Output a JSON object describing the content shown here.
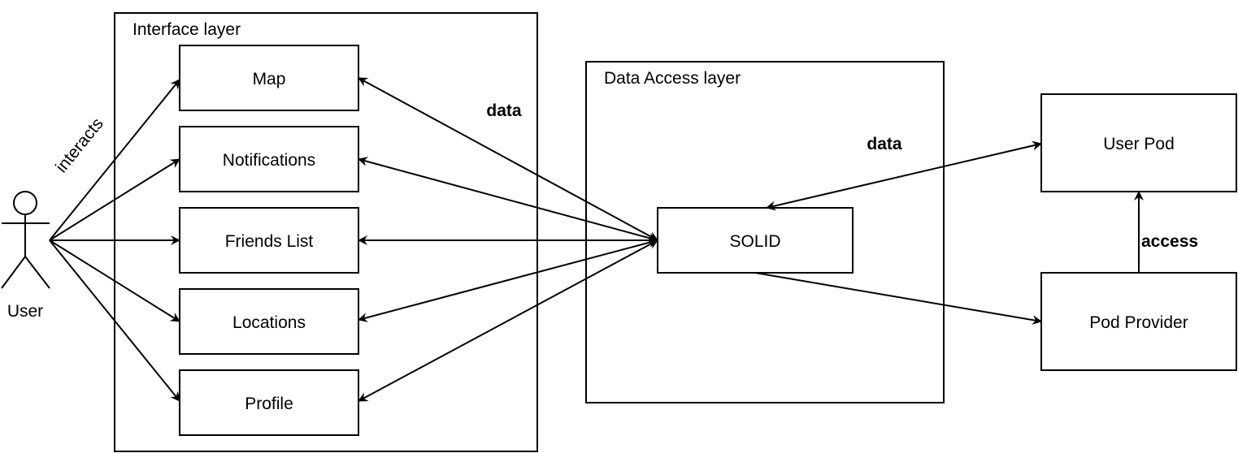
{
  "diagram": {
    "actor": {
      "label": "User"
    },
    "interacts_label": "interacts",
    "interface_layer": {
      "title": "Interface layer",
      "components": [
        {
          "id": "map",
          "label": "Map"
        },
        {
          "id": "notifications",
          "label": "Notifications"
        },
        {
          "id": "friends",
          "label": "Friends List"
        },
        {
          "id": "locations",
          "label": "Locations"
        },
        {
          "id": "profile",
          "label": "Profile"
        }
      ]
    },
    "interface_data_label": "data",
    "data_access_layer": {
      "title": "Data Access layer",
      "solid": {
        "label": "SOLID"
      }
    },
    "pod_data_label": "data",
    "user_pod": {
      "label": "User Pod"
    },
    "pod_provider": {
      "label": "Pod Provider"
    },
    "access_label": "access",
    "colors": {
      "stroke": "#000000",
      "background": "#ffffff"
    }
  }
}
